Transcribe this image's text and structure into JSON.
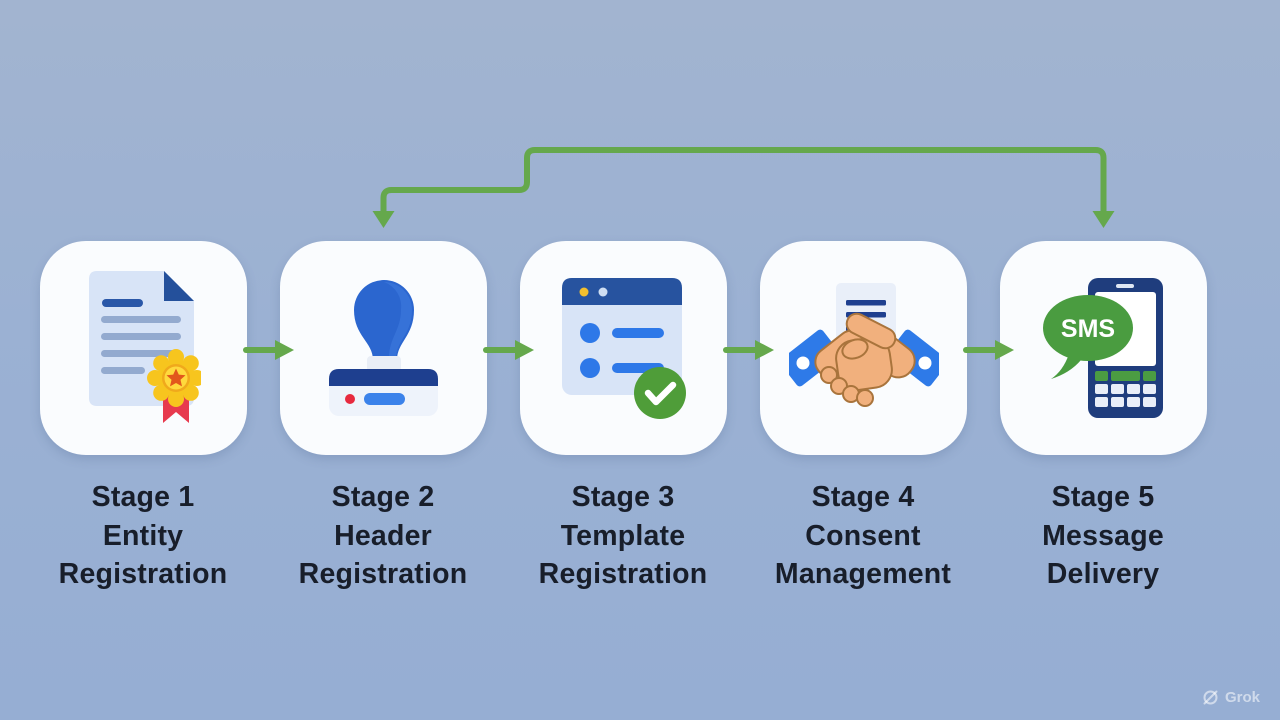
{
  "canvas": {
    "background": "#9cb1d2"
  },
  "flow": {
    "connector_color": "#65a84c",
    "stages": [
      {
        "title": "Stage 1",
        "line2": "Entity",
        "line3": "Registration",
        "icon": "certificate-document"
      },
      {
        "title": "Stage 2",
        "line2": "Header",
        "line3": "Registration",
        "icon": "rubber-stamp"
      },
      {
        "title": "Stage 3",
        "line2": "Template",
        "line3": "Registration",
        "icon": "template-checklist"
      },
      {
        "title": "Stage 4",
        "line2": "Consent",
        "line3": "Management",
        "icon": "handshake"
      },
      {
        "title": "Stage 5",
        "line2": "Message",
        "line3": "Delivery",
        "icon": "sms-phone"
      }
    ],
    "sms_badge": "SMS"
  },
  "watermark": {
    "label": "Grok"
  },
  "palette": {
    "card": "#fafcfe",
    "label_text": "#181e2a",
    "green": "#65a84c",
    "bubble_green": "#4a9c40",
    "check_green": "#4f9d39",
    "navy": "#24509b",
    "dark_navy": "#1e3f8f",
    "blue": "#2e78e8",
    "light_blue": "#d8e4f7",
    "doc_line": "#93aacf",
    "gold": "#f7c51e",
    "star_orange": "#e2571c",
    "ribbon_red": "#e73a4e",
    "skin": "#f1b07d",
    "skin_outline": "#a9743c"
  }
}
